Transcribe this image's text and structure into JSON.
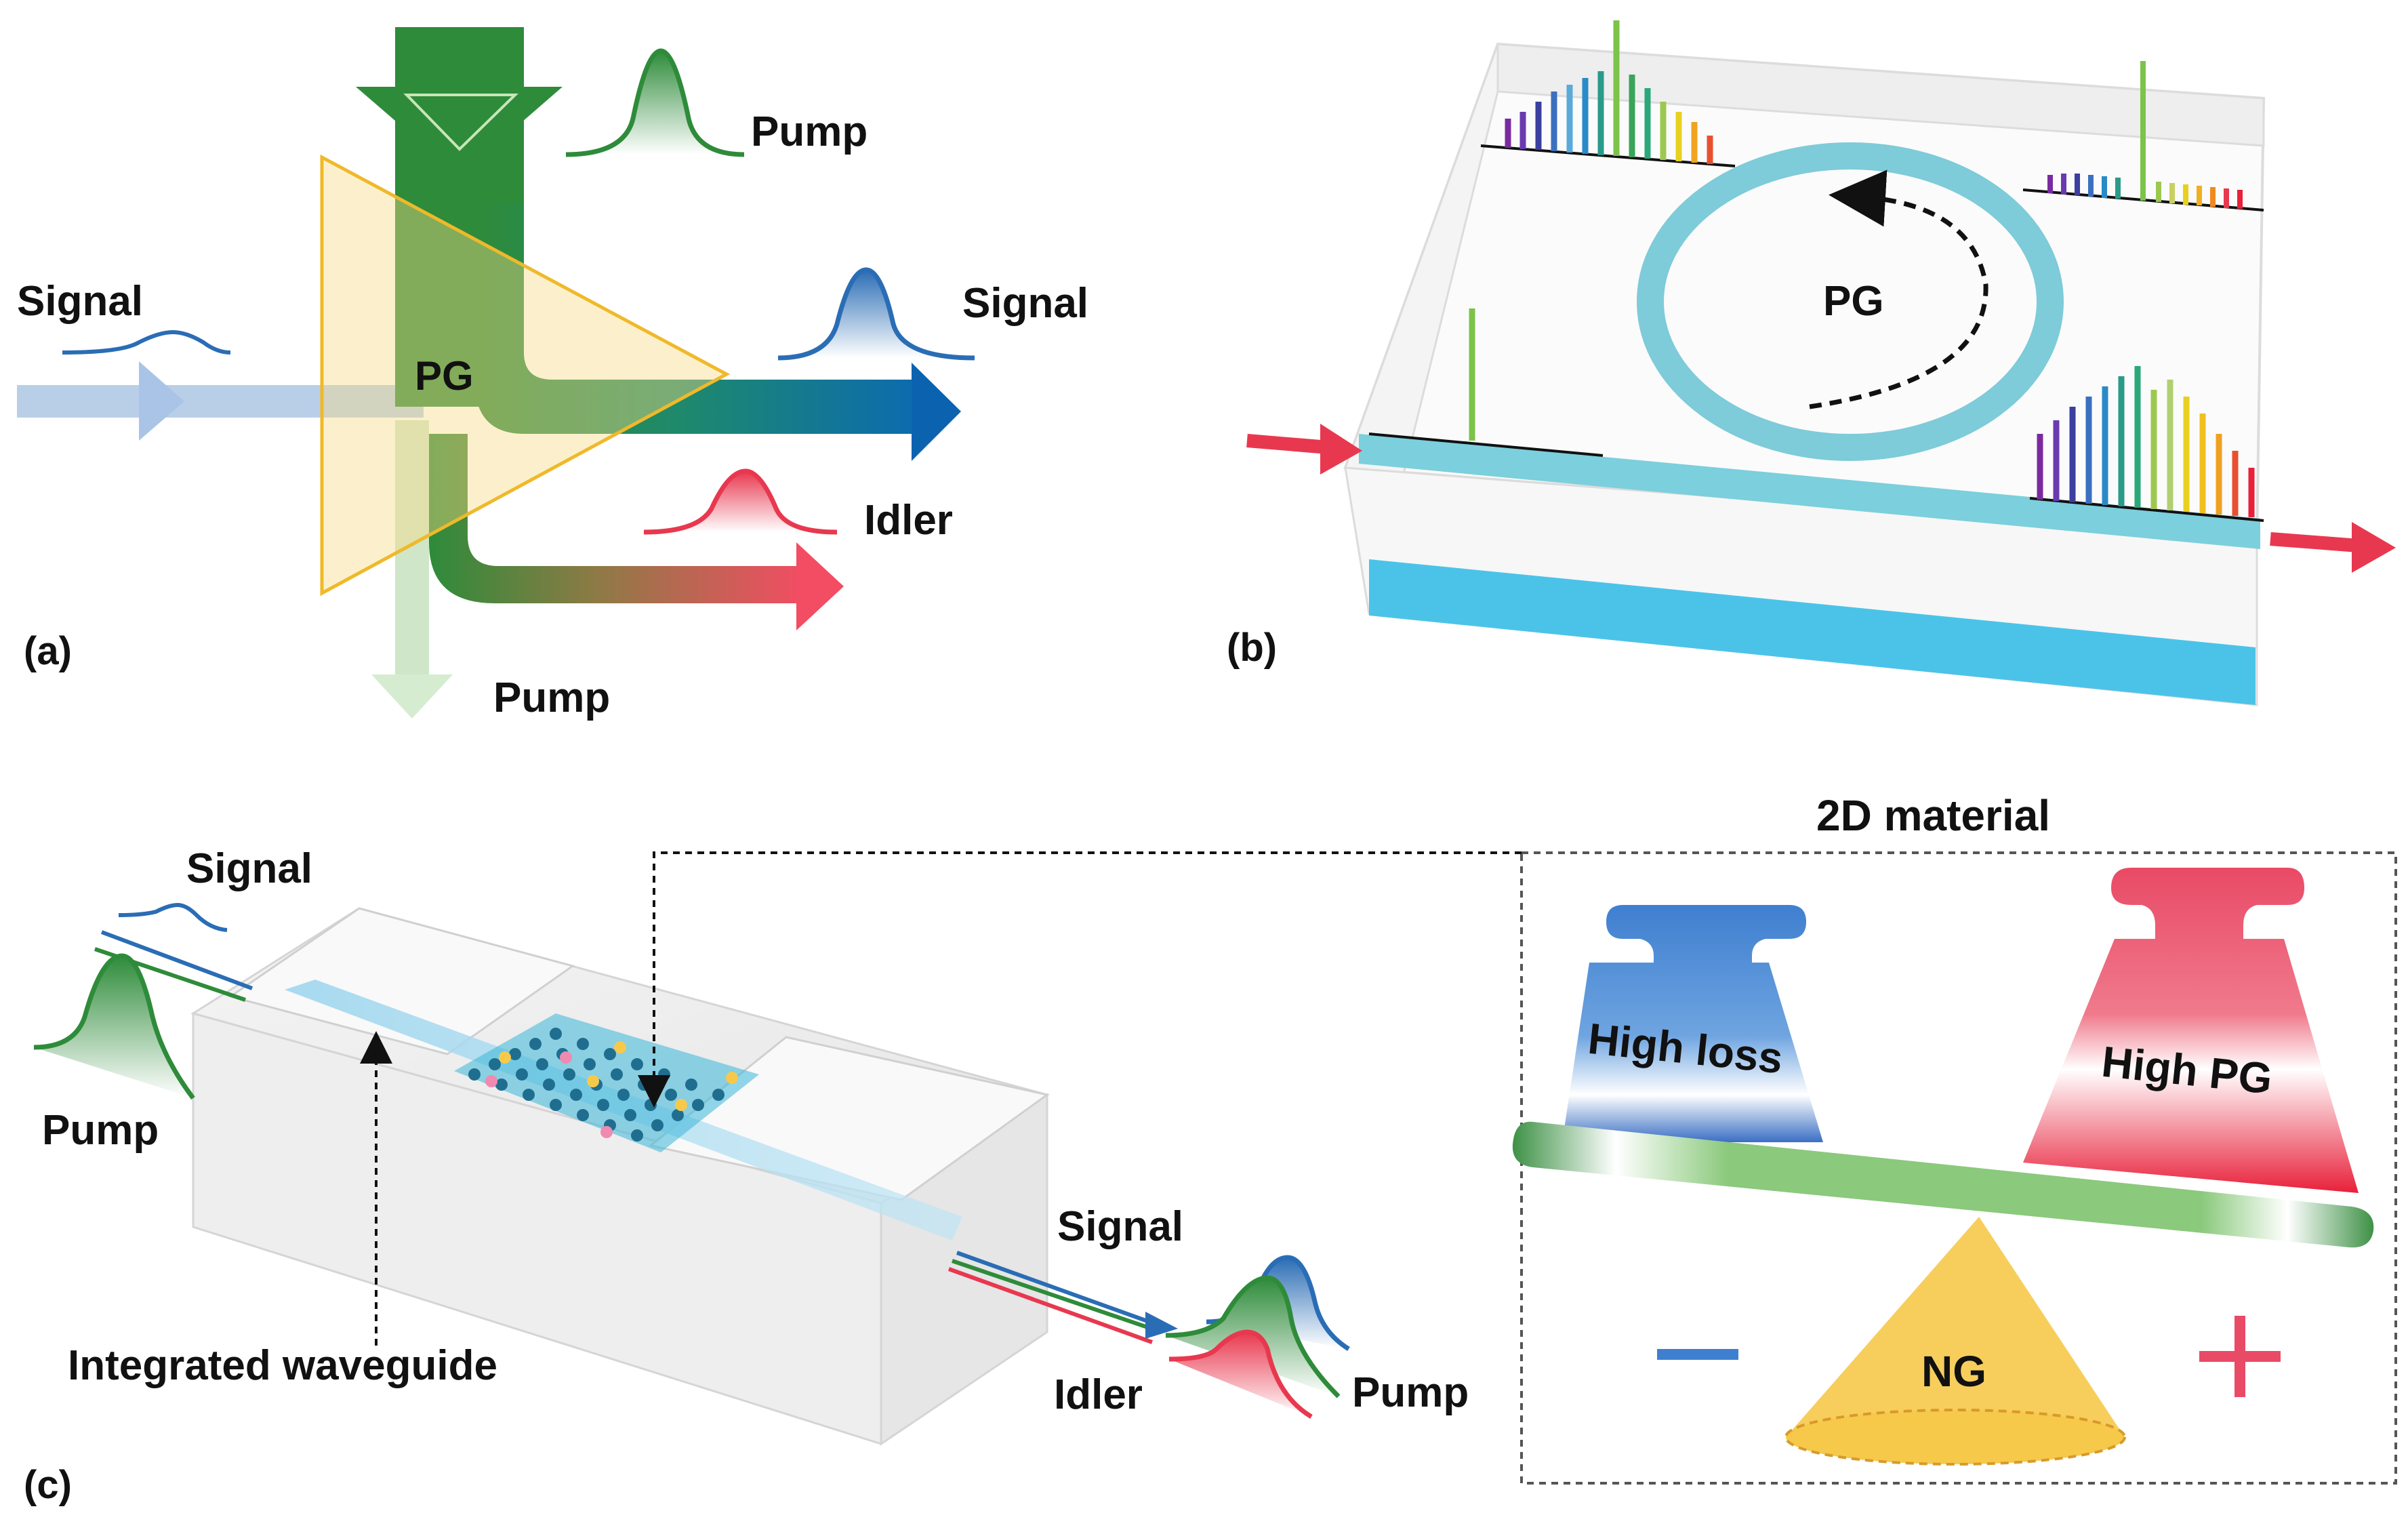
{
  "panel_a": {
    "label": "(a)",
    "gain_label": "PG",
    "pump_in_label": "Pump",
    "signal_in_label": "Signal",
    "signal_out_label": "Signal",
    "idler_label": "Idler",
    "pump_out_label": "Pump"
  },
  "panel_b": {
    "label": "(b)",
    "ring_label": "PG"
  },
  "panel_c": {
    "label": "(c)",
    "signal_in_label": "Signal",
    "pump_in_label": "Pump",
    "waveguide_label": "Integrated waveguide",
    "signal_out_label": "Signal",
    "idler_out_label": "Idler",
    "pump_out_label": "Pump",
    "inset_title": "2D material",
    "left_weight_label": "High loss",
    "right_weight_label": "High PG",
    "fulcrum_label": "NG",
    "minus_sign": "−",
    "plus_sign": "+"
  },
  "colors": {
    "pump": "#2e8b3a",
    "signal": "#2a6db5",
    "idler": "#e8384f",
    "gain_medium": "#f6c94a",
    "ring": "#7ecbd9",
    "loss": "#3f7fd0",
    "gain": "#e94a66"
  }
}
